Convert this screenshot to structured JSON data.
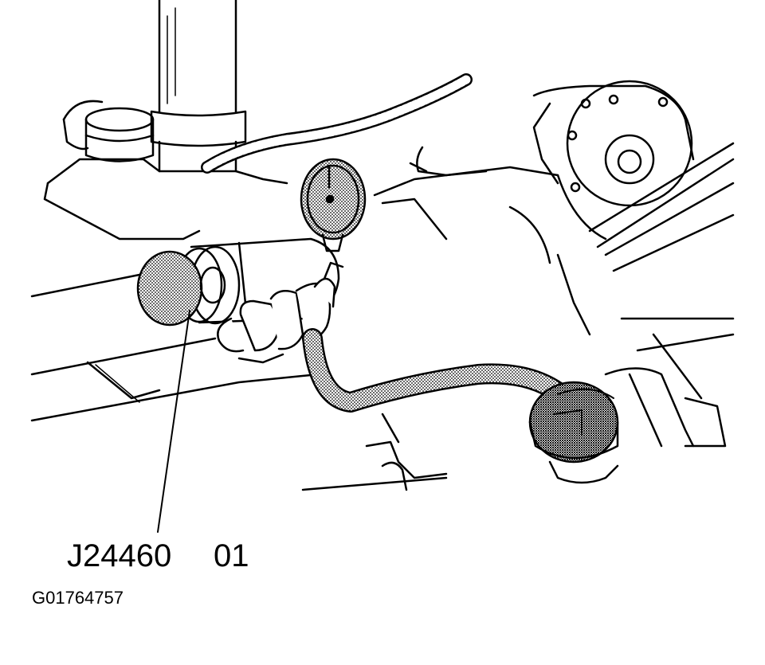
{
  "labels": {
    "tool_number": "J24460",
    "tool_suffix": "01",
    "figure_id": "G01764757"
  },
  "colors": {
    "line": "#000000",
    "background": "#ffffff",
    "shading": "#8a8a8a"
  }
}
